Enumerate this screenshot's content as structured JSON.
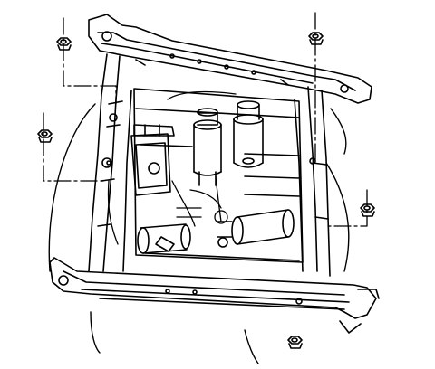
{
  "diagram": {
    "description_text": "",
    "colors": {
      "ink": "#000000",
      "paper": "#ffffff"
    },
    "parts": [
      {
        "id": "seat-frame",
        "icon": "seat-adjuster-frame-icon"
      },
      {
        "id": "nut",
        "icon": "hex-nut-icon",
        "count": 5
      },
      {
        "id": "motor",
        "icon": "electric-motor-icon",
        "count": 4
      },
      {
        "id": "leader-line",
        "icon": "dash-dot-leader-line-icon",
        "count": 4
      }
    ]
  }
}
